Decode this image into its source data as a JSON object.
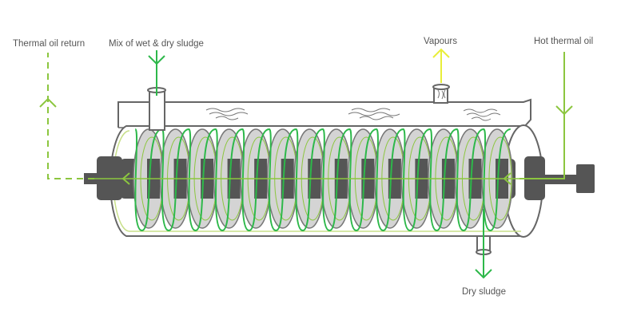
{
  "labels": {
    "thermal_oil_return": "Thermal oil return",
    "mix_sludge": "Mix of wet & dry sludge",
    "vapours": "Vapours",
    "hot_thermal_oil": "Hot thermal oil",
    "dry_sludge": "Dry sludge"
  },
  "disc_count": 14,
  "colors": {
    "outline": "#666666",
    "shaft": "#555555",
    "disc_fill": "#d4d4d4",
    "sludge_green": "#2db84a",
    "oil_green": "#8cc63f",
    "vapour_yellow": "#e8ee3a",
    "background": "#ffffff"
  },
  "icons": {
    "vapour_wisps": "wavy-lines-icon",
    "flow_arrow": "arrow-icon"
  }
}
